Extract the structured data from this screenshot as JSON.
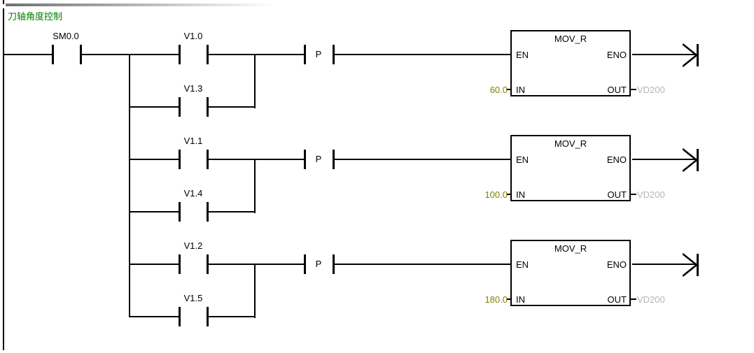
{
  "network": {
    "title": "刀轴角度控制",
    "power_contact": "SM0.0",
    "branches": [
      {
        "contact_top": "V1.0",
        "contact_bottom": "V1.3",
        "edge_contact": "P",
        "block": {
          "name": "MOV_R",
          "pin_en": "EN",
          "pin_eno": "ENO",
          "pin_in": "IN",
          "pin_out": "OUT",
          "in_value": "60.0",
          "out_operand": "VD200"
        }
      },
      {
        "contact_top": "V1.1",
        "contact_bottom": "V1.4",
        "edge_contact": "P",
        "block": {
          "name": "MOV_R",
          "pin_en": "EN",
          "pin_eno": "ENO",
          "pin_in": "IN",
          "pin_out": "OUT",
          "in_value": "100.0",
          "out_operand": "VD200"
        }
      },
      {
        "contact_top": "V1.2",
        "contact_bottom": "V1.5",
        "edge_contact": "P",
        "block": {
          "name": "MOV_R",
          "pin_en": "EN",
          "pin_eno": "ENO",
          "pin_in": "IN",
          "pin_out": "OUT",
          "in_value": "180.0",
          "out_operand": "VD200"
        }
      }
    ]
  },
  "colors": {
    "title_green": "#008000",
    "wire_black": "#000000",
    "in_value_olive": "#808000",
    "out_operand_gray": "#b5b5b5",
    "divider_gray": "#707070"
  }
}
